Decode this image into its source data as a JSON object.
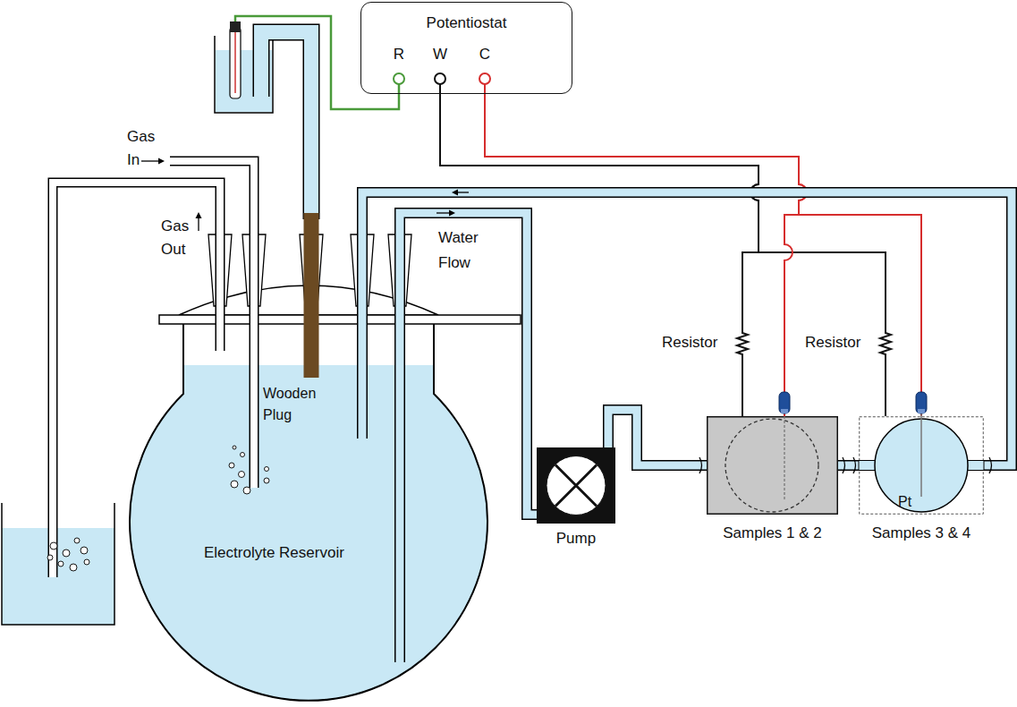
{
  "diagram": {
    "nodes": [
      {
        "text": [
          "Potentiostat"
        ]
      },
      {
        "text": [
          "Electrolyte Reservoir"
        ]
      },
      {
        "text": [
          "Pump"
        ]
      },
      {
        "text": [
          "Samples 1 & 2"
        ]
      },
      {
        "text": [
          "Samples 3 & 4"
        ]
      }
    ],
    "edges": [
      {
        "from": 0,
        "to": 3,
        "arrow": "none"
      },
      {
        "from": 0,
        "to": 4,
        "arrow": "none"
      },
      {
        "from": 0,
        "to": 3,
        "arrow": "none"
      },
      {
        "from": 0,
        "to": 4,
        "arrow": "none"
      },
      {
        "from": 1,
        "to": 2,
        "arrow": "none"
      },
      {
        "from": 2,
        "to": 3,
        "arrow": "none"
      },
      {
        "from": 3,
        "to": 4,
        "arrow": "none"
      },
      {
        "from": 4,
        "to": 1,
        "arrow": "none"
      }
    ],
    "labels": [
      "R",
      "W",
      "C",
      "Gas In",
      "Gas Out",
      "Water Flow",
      "Wooden Plug",
      "Resistor",
      "Resistor",
      "Pt"
    ]
  }
}
